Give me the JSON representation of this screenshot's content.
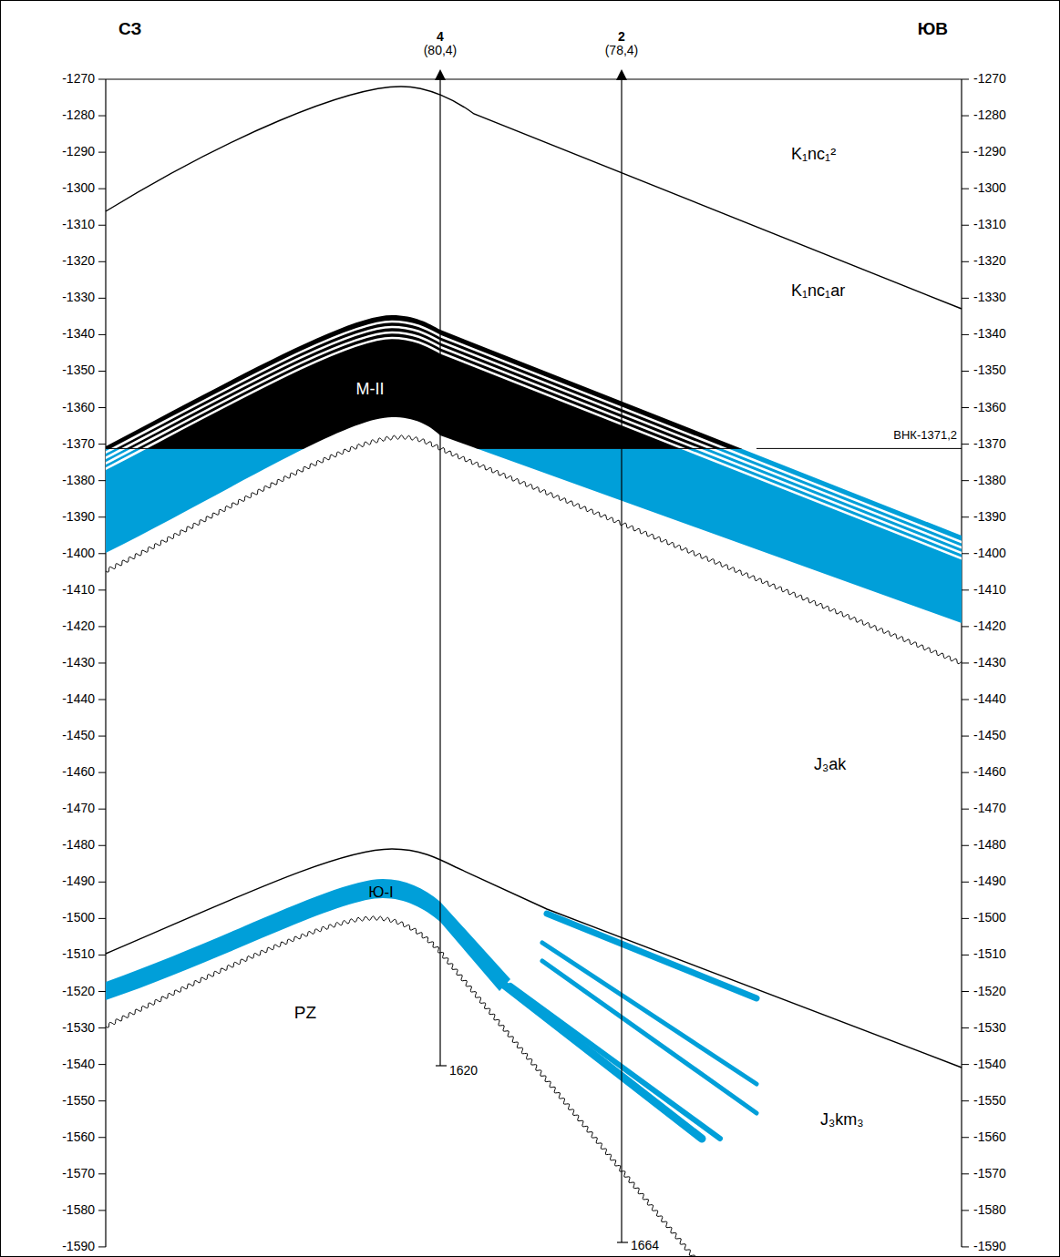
{
  "diagram": {
    "labels": [
      "СЗ",
      "ЮВ",
      "4",
      "(80,4)",
      "2",
      "(78,4)",
      "-1270",
      "-1280",
      "-1290",
      "-1300",
      "-1310",
      "-1320",
      "-1330",
      "-1340",
      "-1350",
      "-1360",
      "-1370",
      "-1380",
      "-1390",
      "-1400",
      "-1410",
      "-1420",
      "-1430",
      "-1440",
      "-1450",
      "-1460",
      "-1470",
      "-1480",
      "-1490",
      "-1500",
      "-1510",
      "-1520",
      "-1530",
      "-1540",
      "-1550",
      "-1560",
      "-1570",
      "-1580",
      "-1590",
      "-1270",
      "-1280",
      "-1290",
      "-1300",
      "-1310",
      "-1320",
      "-1330",
      "-1340",
      "-1350",
      "-1360",
      "-1370",
      "-1380",
      "-1390",
      "-1400",
      "-1410",
      "-1420",
      "-1430",
      "-1440",
      "-1450",
      "-1460",
      "-1470",
      "-1480",
      "-1490",
      "-1500",
      "-1510",
      "-1520",
      "-1530",
      "-1540",
      "-1550",
      "-1560",
      "-1570",
      "-1580",
      "-1590",
      "K₁nc₁²",
      "K₁nc₁ar",
      "M-II",
      "ВНК-1371,2",
      "J₃ak",
      "Ю-I",
      "PZ",
      "1620",
      "1664",
      "J₃km₃"
    ]
  }
}
